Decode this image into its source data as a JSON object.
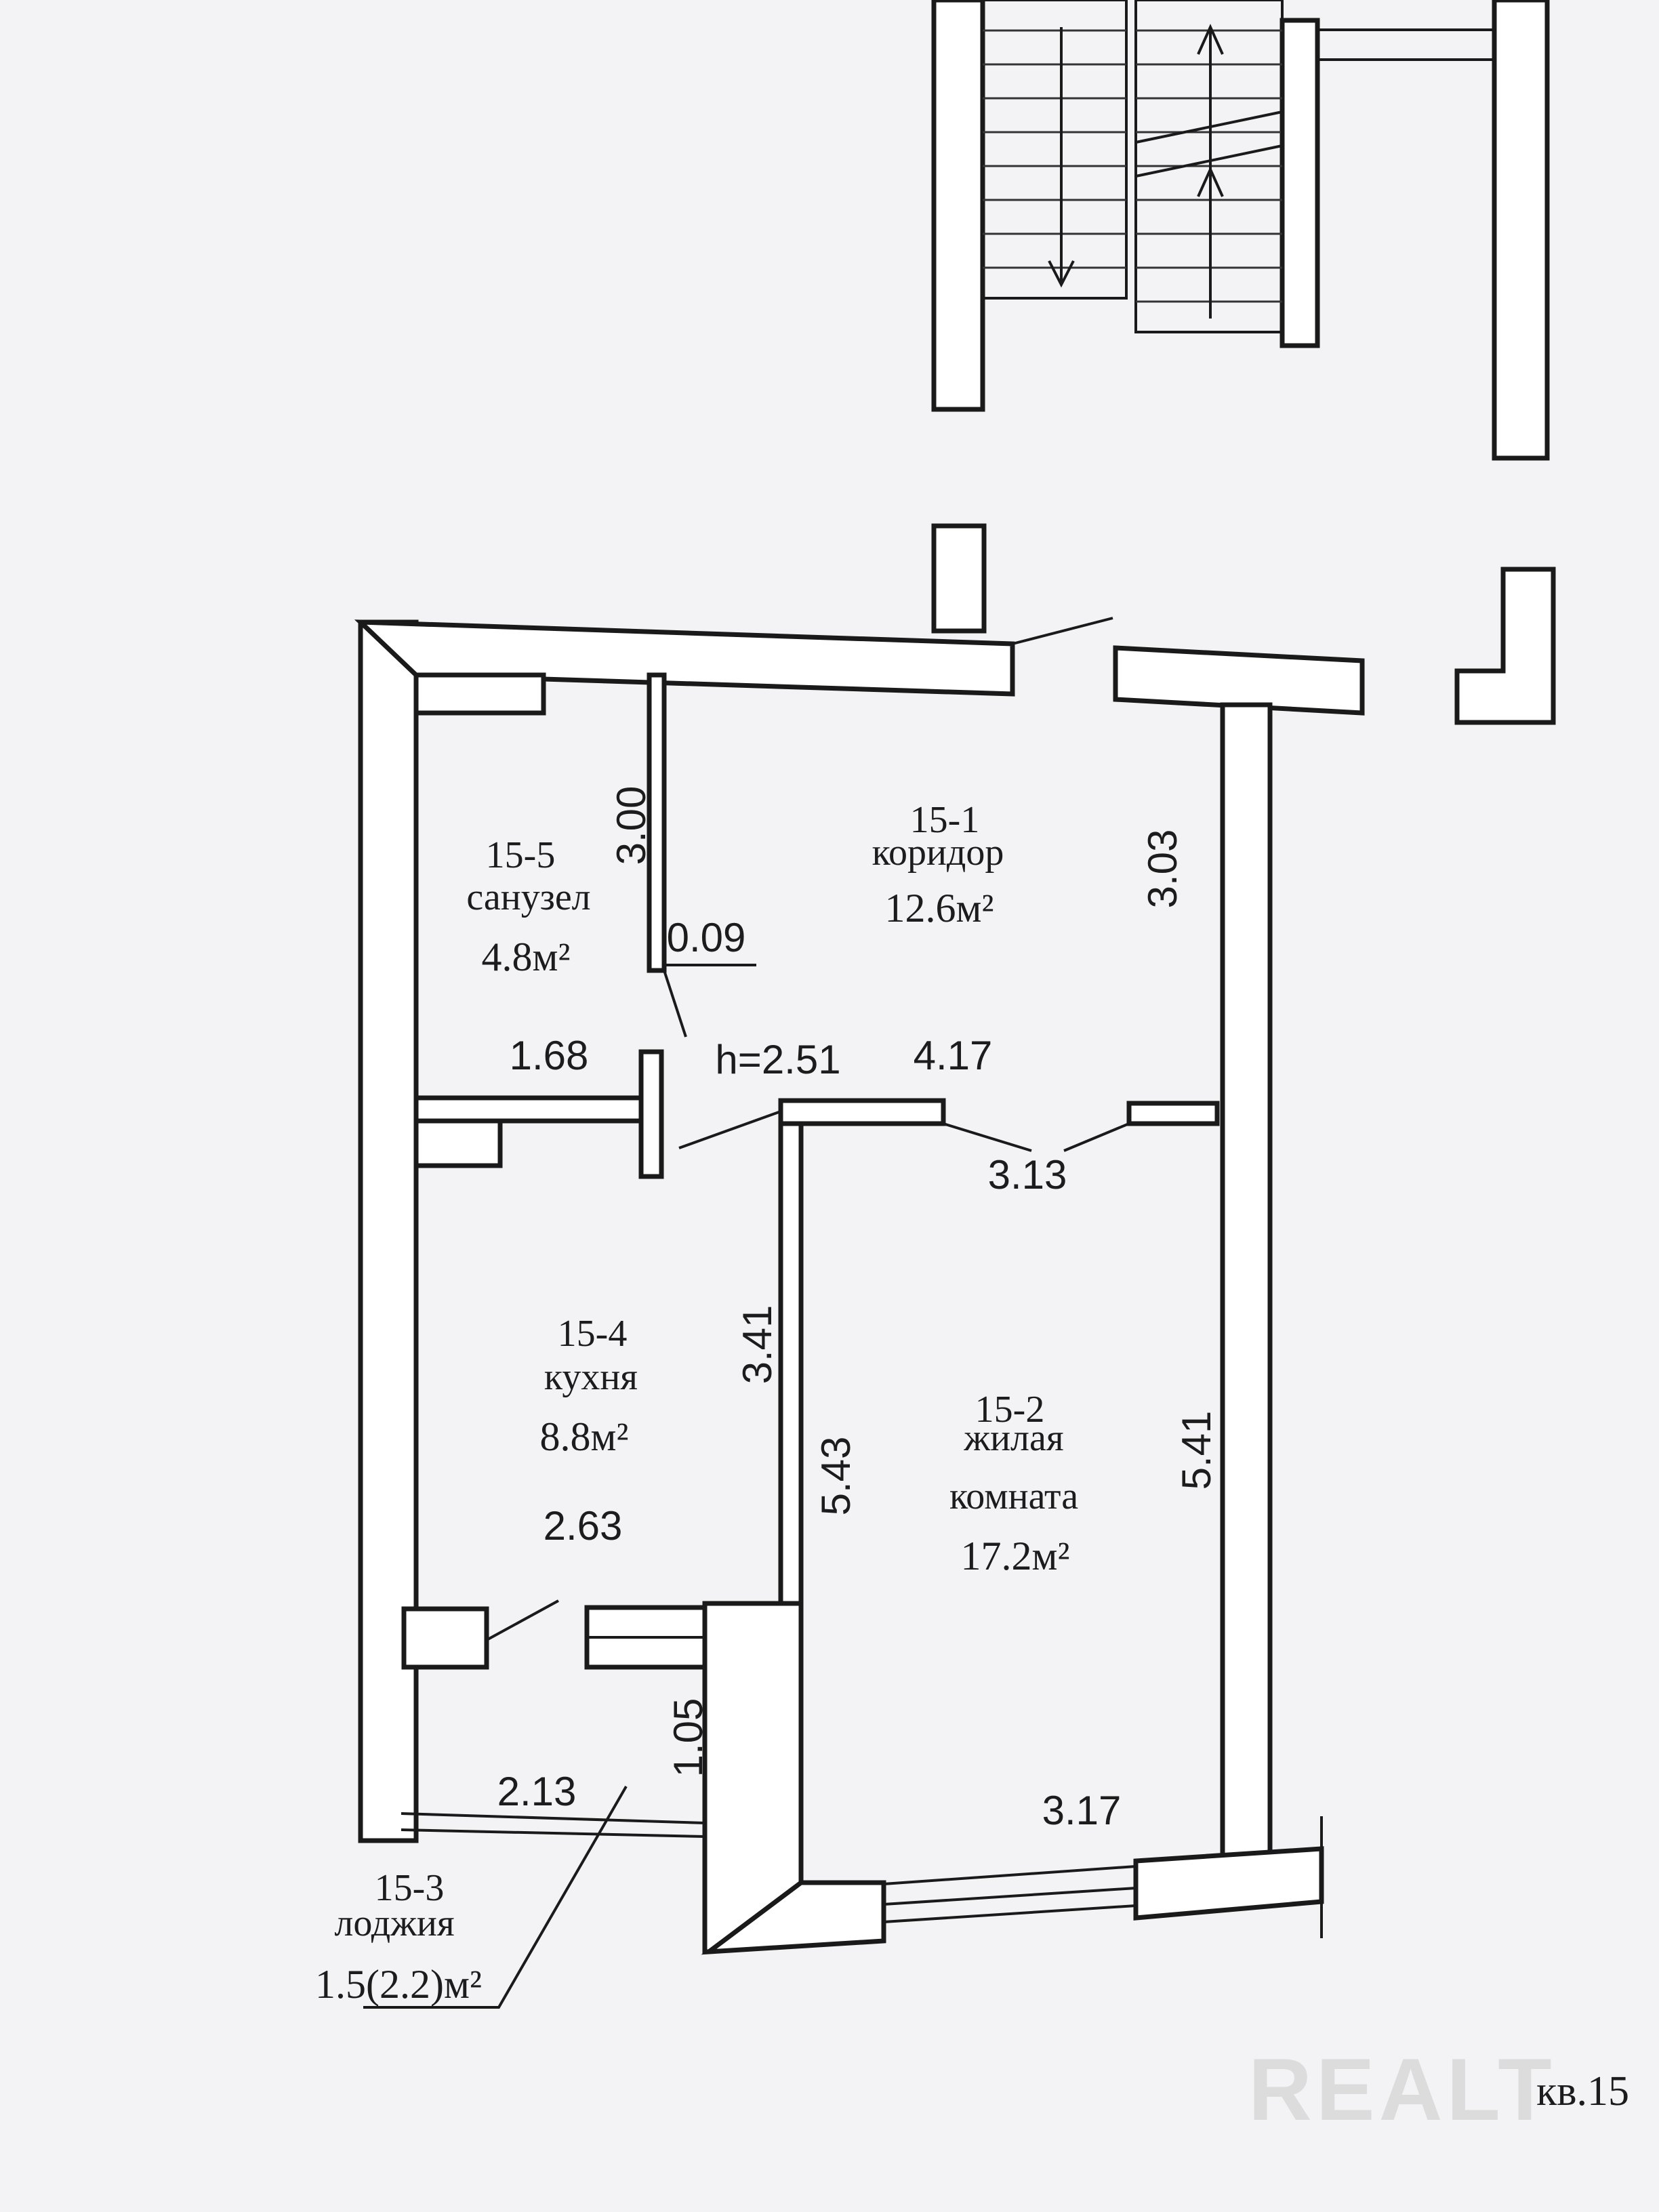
{
  "rooms": [
    {
      "id": "15-1",
      "name": "коридор",
      "area": "12.6м²"
    },
    {
      "id": "15-2",
      "name_line1": "жилая",
      "name_line2": "комната",
      "area": "17.2м²"
    },
    {
      "id": "15-3",
      "name": "лоджия",
      "area": "1.5(2.2)м²"
    },
    {
      "id": "15-4",
      "name": "кухня",
      "area": "8.8м²"
    },
    {
      "id": "15-5",
      "name": "санузел",
      "area": "4.8м²"
    }
  ],
  "dimensions": {
    "d300": "3.00",
    "d009": "0.09",
    "d303": "3.03",
    "d168": "1.68",
    "h": "h=2.51",
    "d417": "4.17",
    "d313": "3.13",
    "d341": "3.41",
    "d543": "5.43",
    "d541": "5.41",
    "d263": "2.63",
    "d105": "1.05",
    "d213": "2.13",
    "d317": "3.17"
  },
  "watermark": "REALT",
  "apartment_label": "кв.15"
}
